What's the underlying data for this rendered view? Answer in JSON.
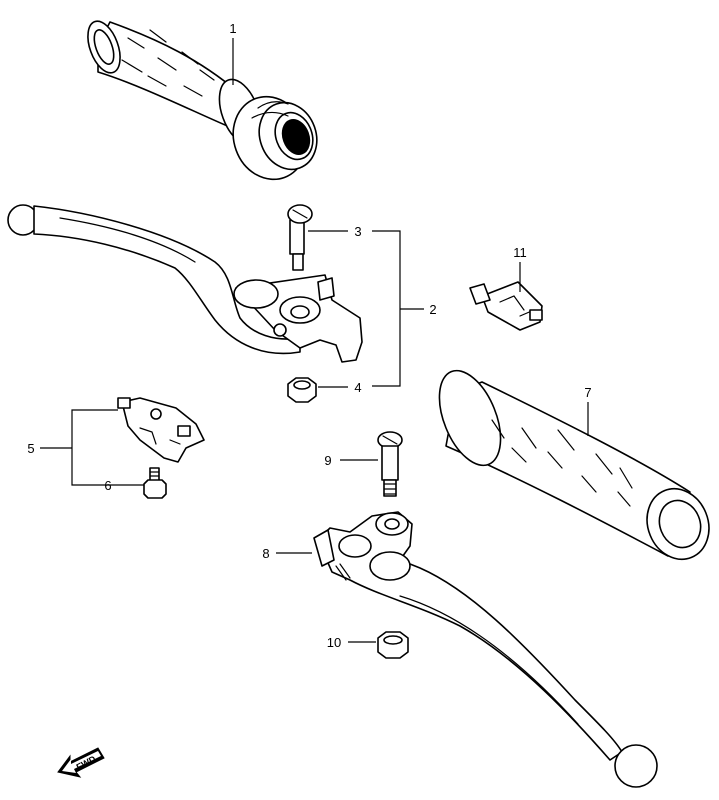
{
  "callouts": {
    "c1": "1",
    "c2": "2",
    "c3": "3",
    "c4": "4",
    "c5": "5",
    "c6": "6",
    "c7": "7",
    "c8": "8",
    "c9": "9",
    "c10": "10",
    "c11": "11"
  },
  "fwd_label": "FWD",
  "colors": {
    "line": "#000000",
    "background": "#ffffff"
  }
}
